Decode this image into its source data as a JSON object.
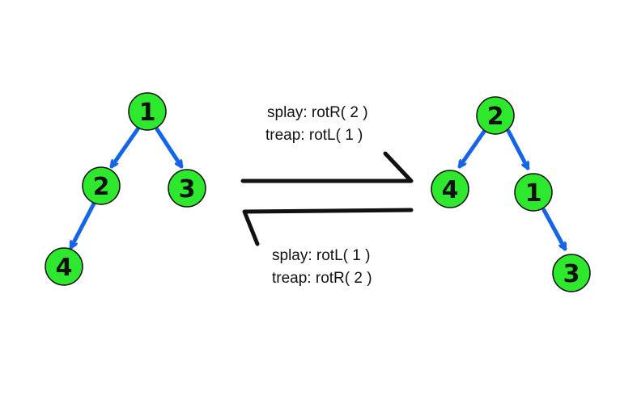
{
  "colors": {
    "node_fill": "#2ee82e",
    "node_stroke": "#111111",
    "edge": "#1565e6",
    "arrow": "#111111",
    "text": "#111111"
  },
  "left_tree": {
    "nodes": [
      "1",
      "2",
      "3",
      "4"
    ],
    "edges": [
      [
        "1",
        "2"
      ],
      [
        "1",
        "3"
      ],
      [
        "2",
        "4"
      ]
    ]
  },
  "right_tree": {
    "nodes": [
      "2",
      "4",
      "1",
      "3"
    ],
    "edges": [
      [
        "2",
        "4"
      ],
      [
        "2",
        "1"
      ],
      [
        "1",
        "3"
      ]
    ]
  },
  "forward_ops": {
    "splay": "splay: rotR( 2 )",
    "treap": "treap: rotL( 1 )"
  },
  "backward_ops": {
    "splay": "splay: rotL( 1 )",
    "treap": "treap: rotR( 2 )"
  }
}
